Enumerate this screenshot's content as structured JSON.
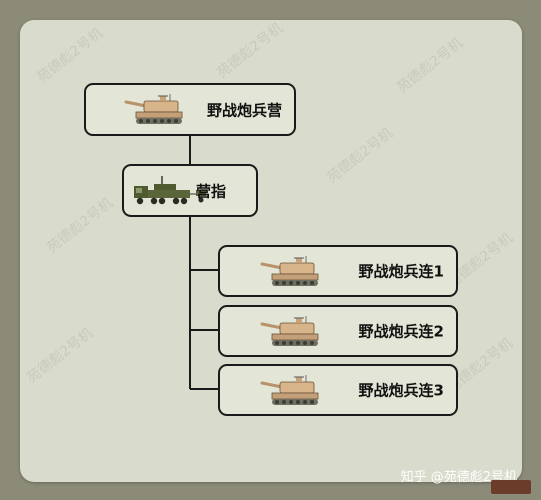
{
  "diagram": {
    "root": {
      "label": "野战炮兵营",
      "icon": "self-propelled-howitzer-icon"
    },
    "hq": {
      "label": "营指",
      "icon": "command-truck-icon"
    },
    "companies": [
      {
        "label": "野战炮兵连1",
        "icon": "self-propelled-howitzer-icon"
      },
      {
        "label": "野战炮兵连2",
        "icon": "self-propelled-howitzer-icon"
      },
      {
        "label": "野战炮兵连3",
        "icon": "self-propelled-howitzer-icon"
      }
    ]
  },
  "watermark": "苑德彪2号机",
  "credit": "知乎 @苑德彪2号机",
  "colors": {
    "frame": "#8b8b78",
    "card": "#d9dccd",
    "node_fill": "#e3e6d6",
    "border": "#1a1a1a",
    "vehicle_tan": "#d8b48a",
    "truck_green": "#4f5a2f"
  }
}
